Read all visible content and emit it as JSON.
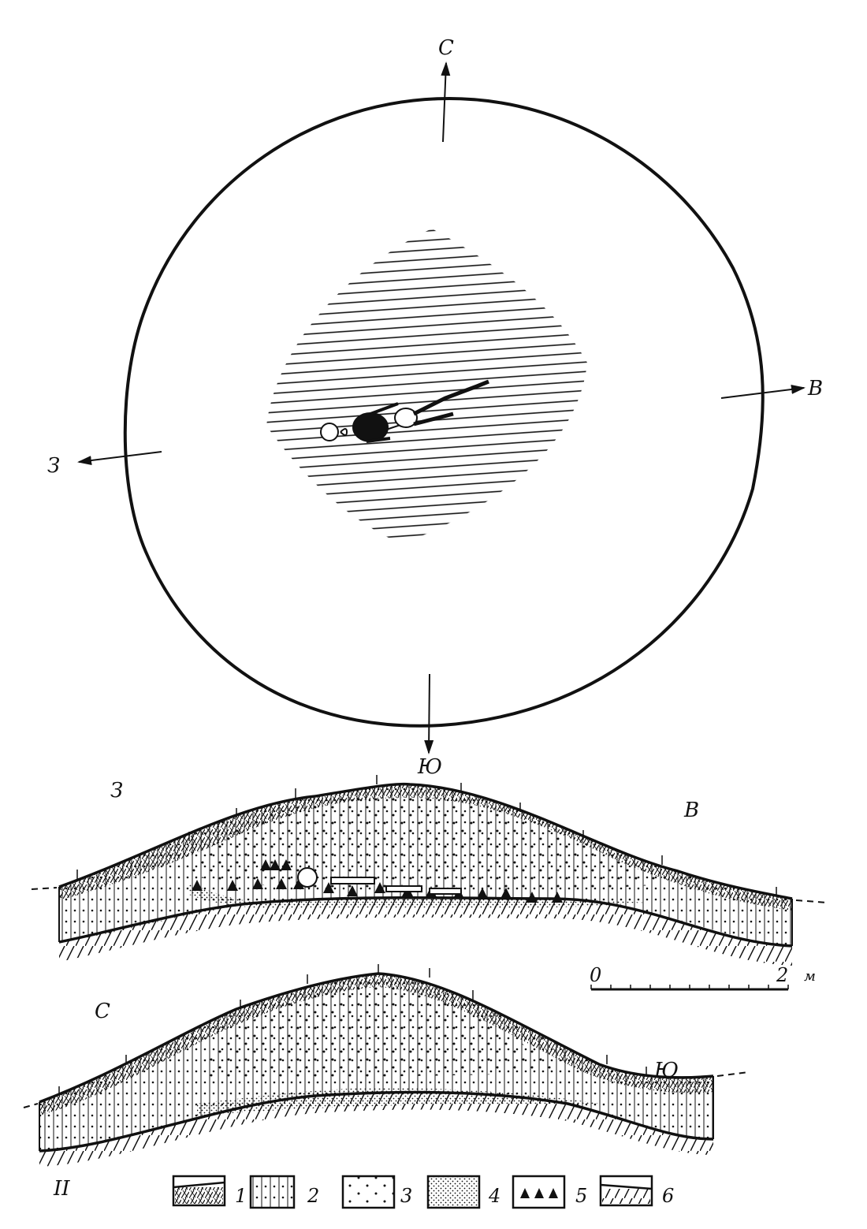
{
  "plan": {
    "north": "С",
    "east": "В",
    "west": "З",
    "south": "Ю"
  },
  "section_we": {
    "left": "З",
    "right": "В"
  },
  "section_ns": {
    "left": "С",
    "right": "Ю"
  },
  "scale": {
    "start": "0",
    "end": "2",
    "unit": "м"
  },
  "figure_label": "II",
  "legend": [
    {
      "number": "1"
    },
    {
      "number": "2"
    },
    {
      "number": "3"
    },
    {
      "number": "4"
    },
    {
      "number": "5"
    },
    {
      "number": "6"
    }
  ],
  "legend_numbers": [
    "1",
    "2",
    "3",
    "4",
    "5",
    "6"
  ]
}
